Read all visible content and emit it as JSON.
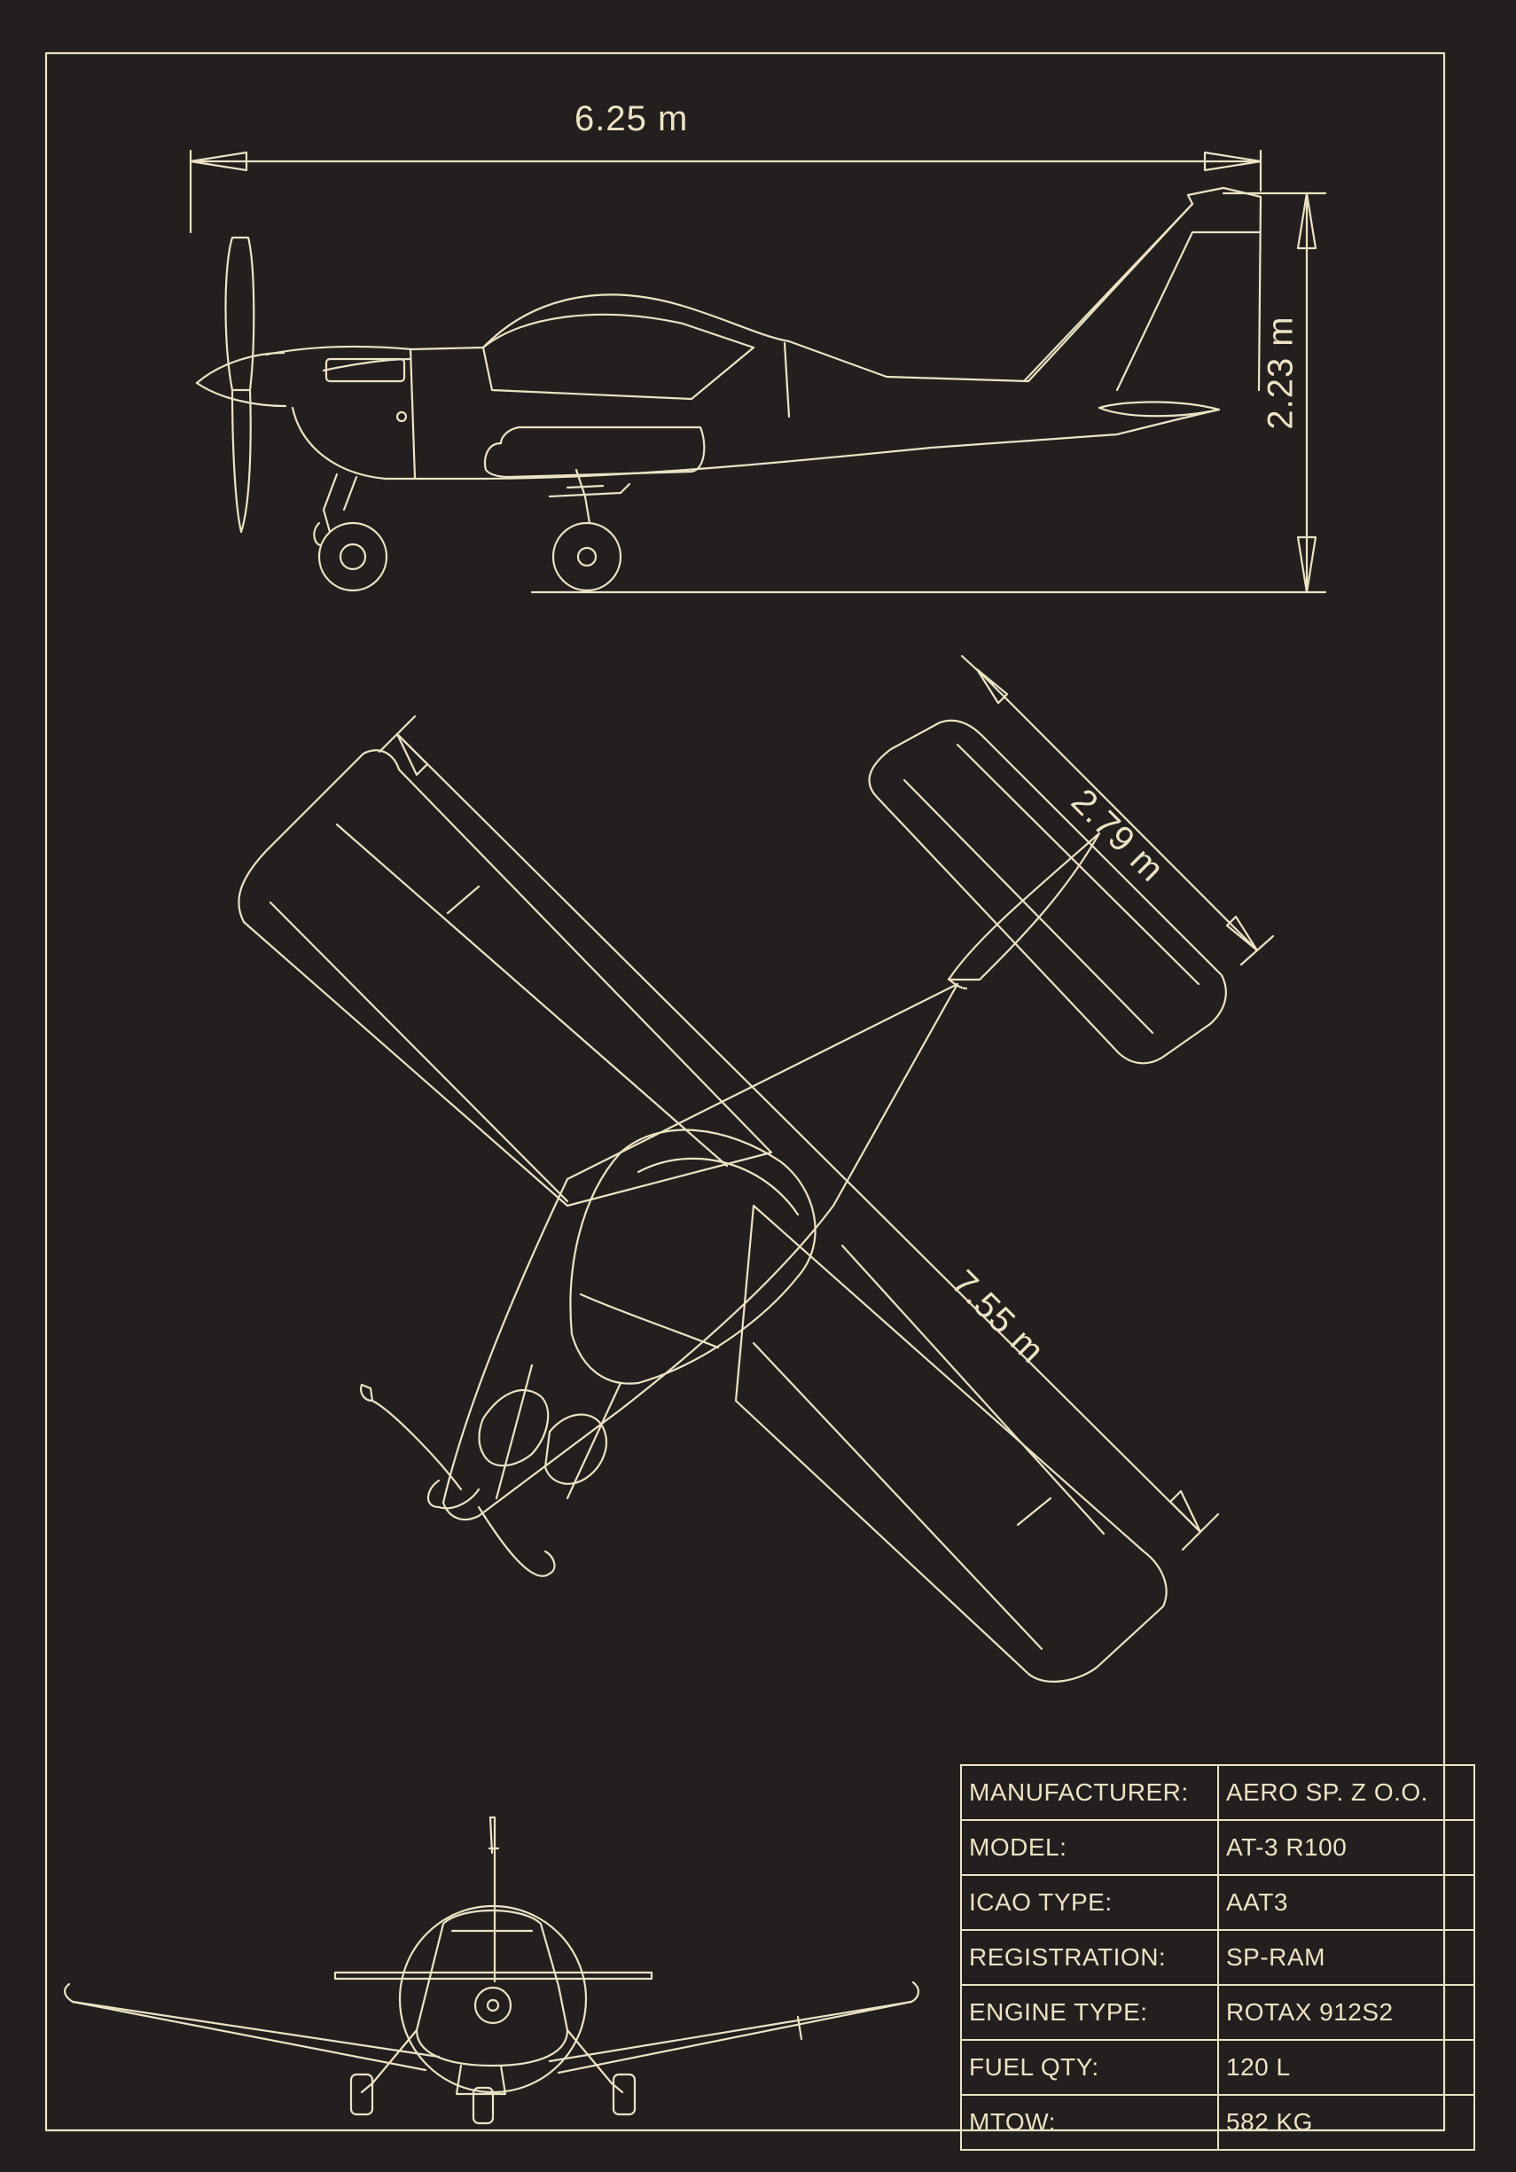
{
  "dimensions": {
    "length": "6.25 m",
    "height": "2.23 m",
    "stabilizer_span": "2.79 m",
    "wingspan": "7.55 m"
  },
  "specs": [
    {
      "label": "MANUFACTURER:",
      "value": "AERO SP. Z O.O."
    },
    {
      "label": "MODEL:",
      "value": "AT-3 R100"
    },
    {
      "label": "ICAO TYPE:",
      "value": "AAT3"
    },
    {
      "label": "REGISTRATION:",
      "value": "SP-RAM"
    },
    {
      "label": "ENGINE TYPE:",
      "value": "ROTAX 912S2"
    },
    {
      "label": "FUEL QTY:",
      "value": "120 L"
    },
    {
      "label": "MTOW:",
      "value": "582 KG"
    }
  ],
  "colors": {
    "background": "#221f1e",
    "line": "#ede3c4"
  }
}
